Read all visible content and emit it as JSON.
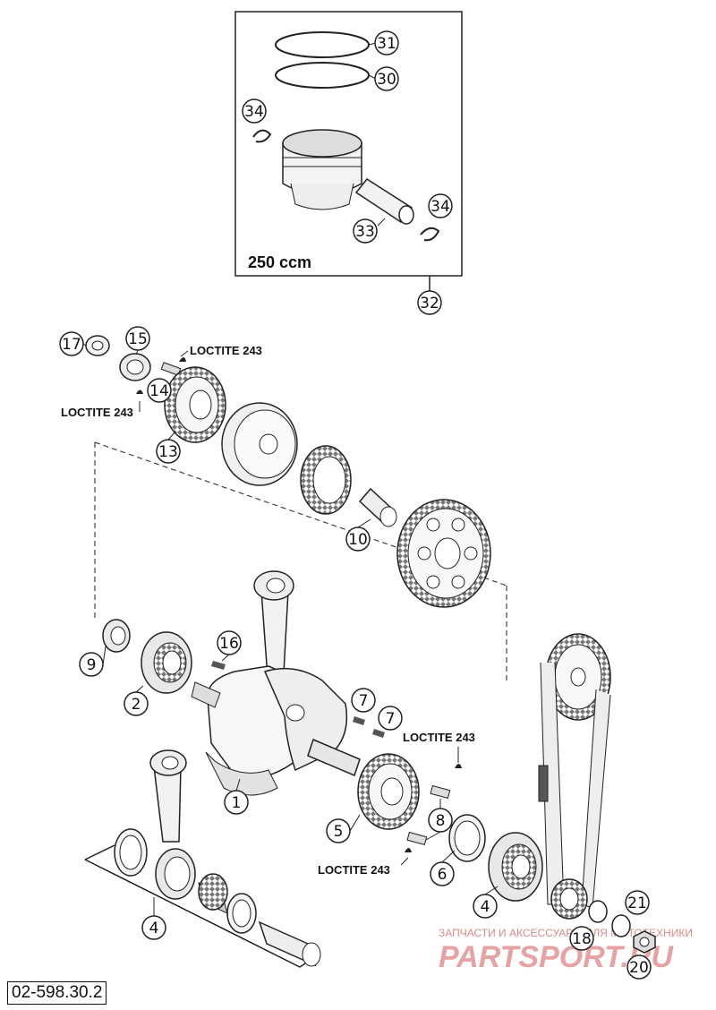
{
  "diagram": {
    "reference_code": "02-598.30.2",
    "piston_box_title": "250 ccm",
    "loctite_label": "LOCTITE 243",
    "callouts": [
      "1",
      "2",
      "4",
      "4",
      "5",
      "6",
      "7",
      "7",
      "8",
      "9",
      "10",
      "13",
      "14",
      "15",
      "16",
      "17",
      "18",
      "20",
      "21",
      "30",
      "31",
      "32",
      "33",
      "34",
      "34"
    ],
    "watermark": {
      "line1": "ЗАПЧАСТИ И АКСЕССУАРЫ ДЛЯ МОТОТЕХНИКИ",
      "line2": "PARTSPORT.RU"
    }
  }
}
